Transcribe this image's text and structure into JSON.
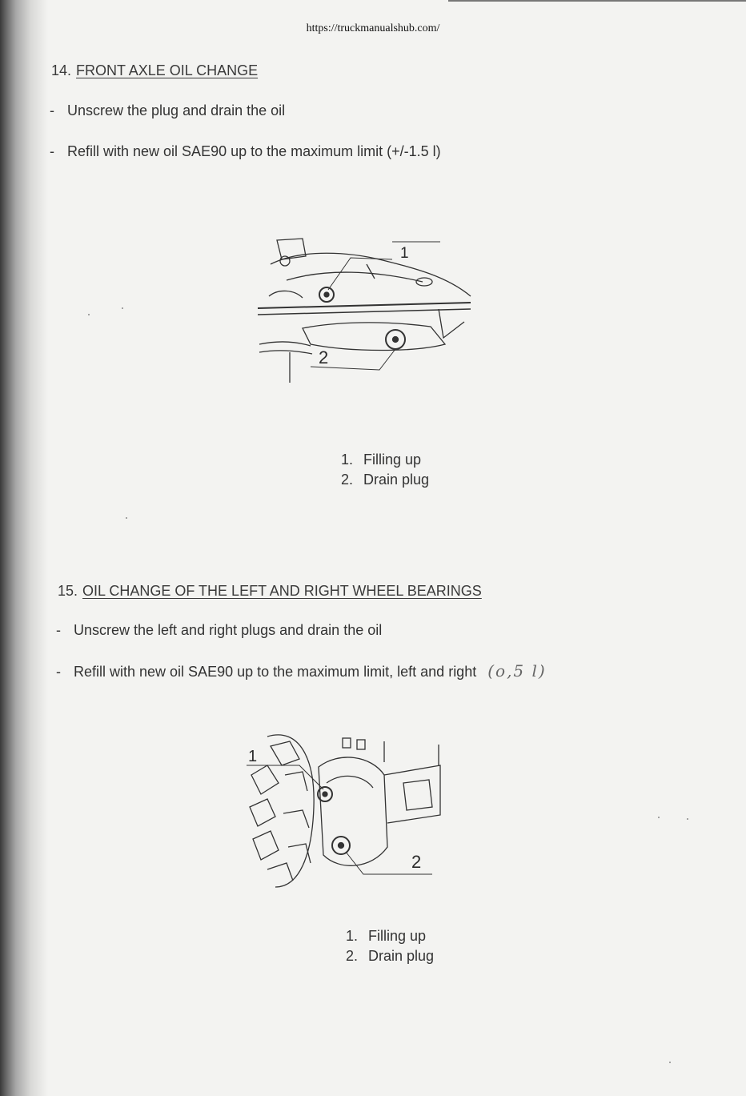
{
  "header": {
    "url": "https://truckmanualshub.com/"
  },
  "sections": [
    {
      "number": "14.",
      "title": "FRONT AXLE OIL CHANGE",
      "steps": [
        {
          "dash": "-",
          "text": "Unscrew the plug and drain the oil"
        },
        {
          "dash": "-",
          "text": "Refill with new oil SAE90 up to the maximum limit (+/-1.5 l)"
        }
      ],
      "figure": {
        "callouts": [
          "1",
          "2"
        ]
      },
      "legend": [
        {
          "num": "1.",
          "label": "Filling up"
        },
        {
          "num": "2.",
          "label": "Drain plug"
        }
      ]
    },
    {
      "number": "15.",
      "title": "OIL CHANGE OF THE LEFT AND RIGHT WHEEL BEARINGS",
      "steps": [
        {
          "dash": "-",
          "text": "Unscrew the left and right plugs and drain the oil"
        },
        {
          "dash": "-",
          "text": "Refill with new oil SAE90 up to the maximum limit, left and right",
          "handwritten_note": "(o,5 l)"
        }
      ],
      "figure": {
        "callouts": [
          "1",
          "2"
        ]
      },
      "legend": [
        {
          "num": "1.",
          "label": "Filling up"
        },
        {
          "num": "2.",
          "label": "Drain plug"
        }
      ]
    }
  ]
}
